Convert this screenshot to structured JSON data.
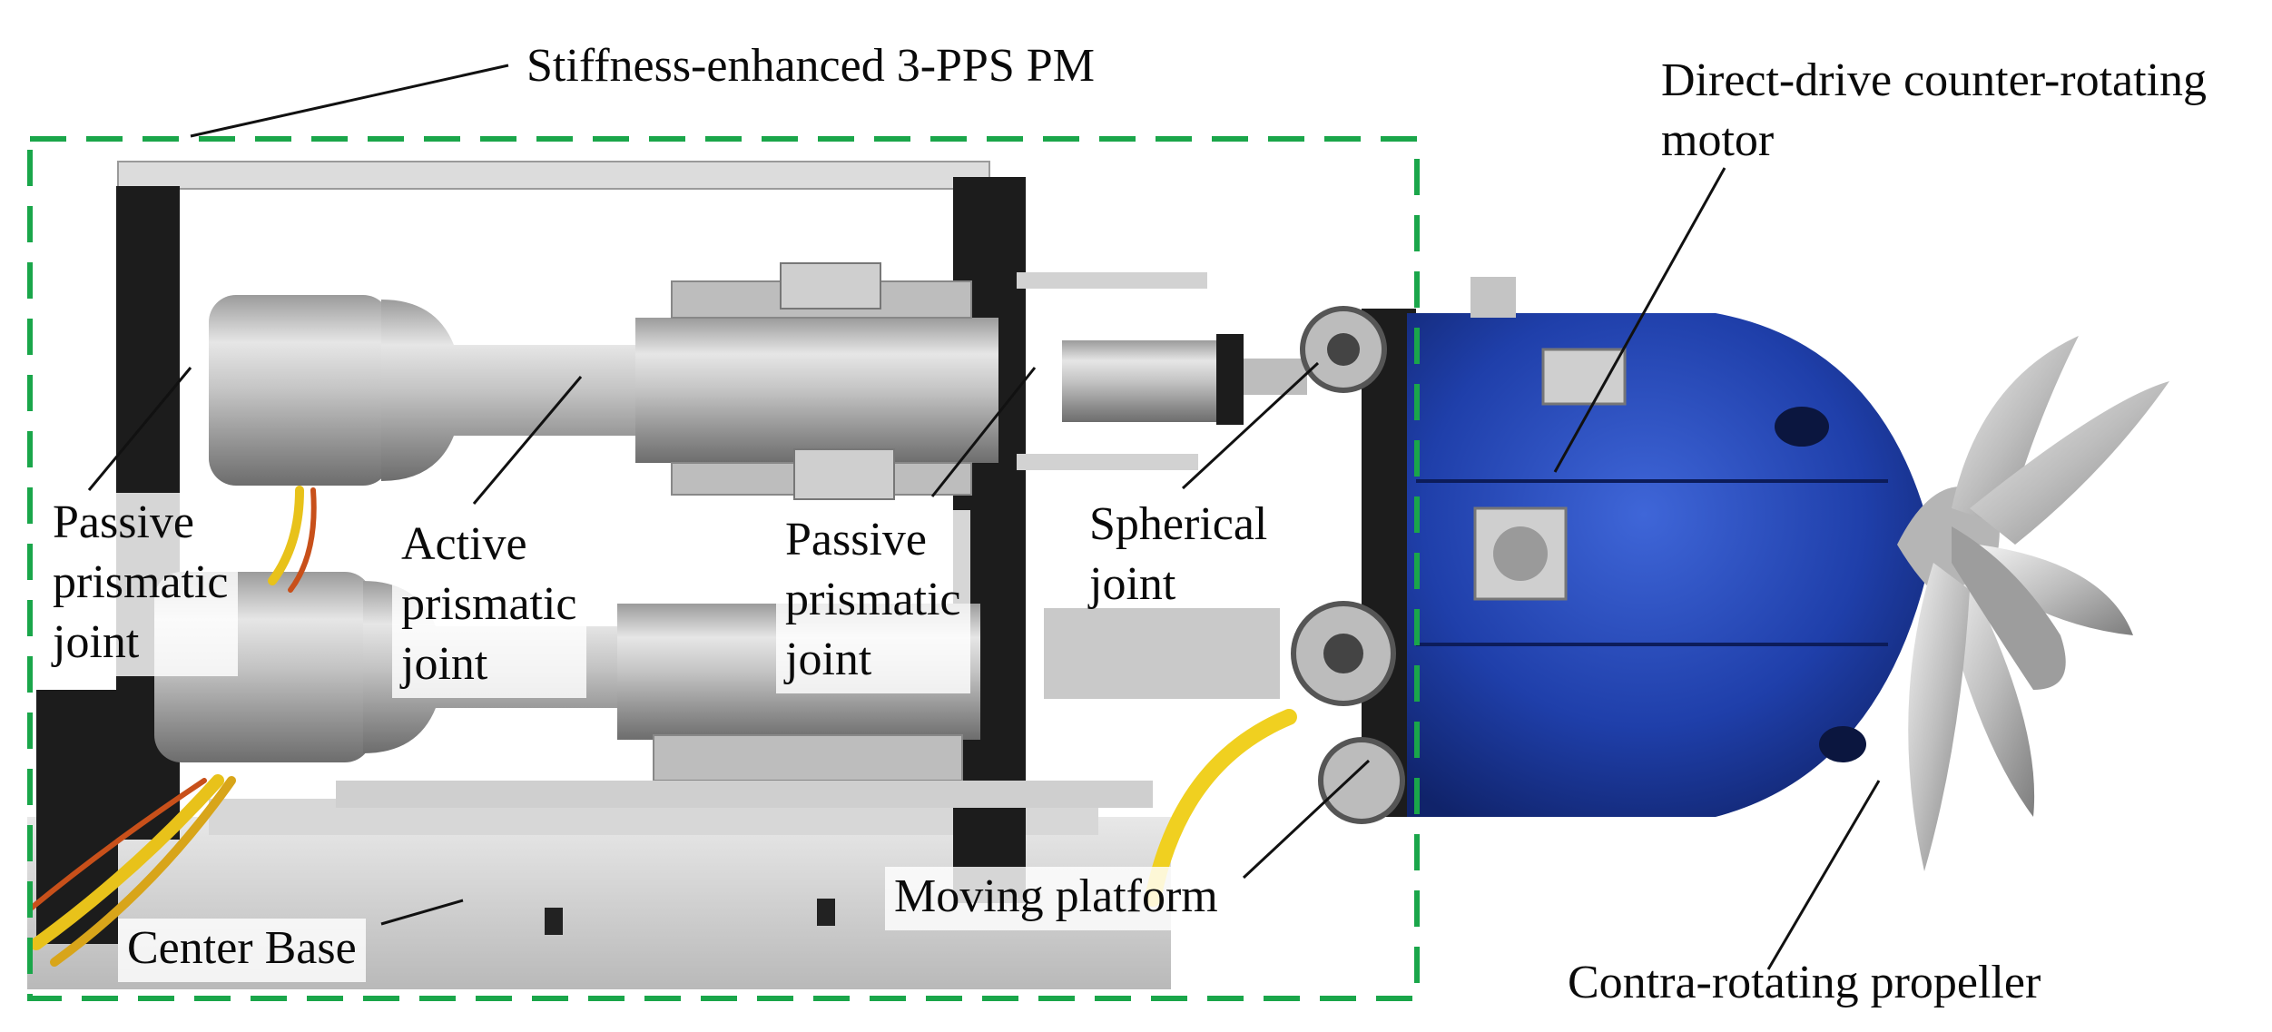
{
  "labels": {
    "pm": "Stiffness-enhanced 3-PPS PM",
    "motor_line1": "Direct-drive counter-rotating",
    "motor_line2": "motor",
    "passive_left": [
      "Passive",
      "prismatic",
      "joint"
    ],
    "active": [
      "Active",
      "prismatic",
      "joint"
    ],
    "passive_right": [
      "Passive",
      "prismatic",
      "joint"
    ],
    "spherical": [
      "Spherical",
      "joint"
    ],
    "moving_platform": "Moving platform",
    "center_base": "Center Base",
    "propeller": "Contra-rotating propeller"
  },
  "colors": {
    "frame_green": "#1aa64a",
    "motor_blue": "#1f3faa",
    "aluminum": "#c8c8c8",
    "frame_black": "#1c1c1c",
    "cable_yellow": "#e8c21a",
    "leader_line": "#111111"
  }
}
